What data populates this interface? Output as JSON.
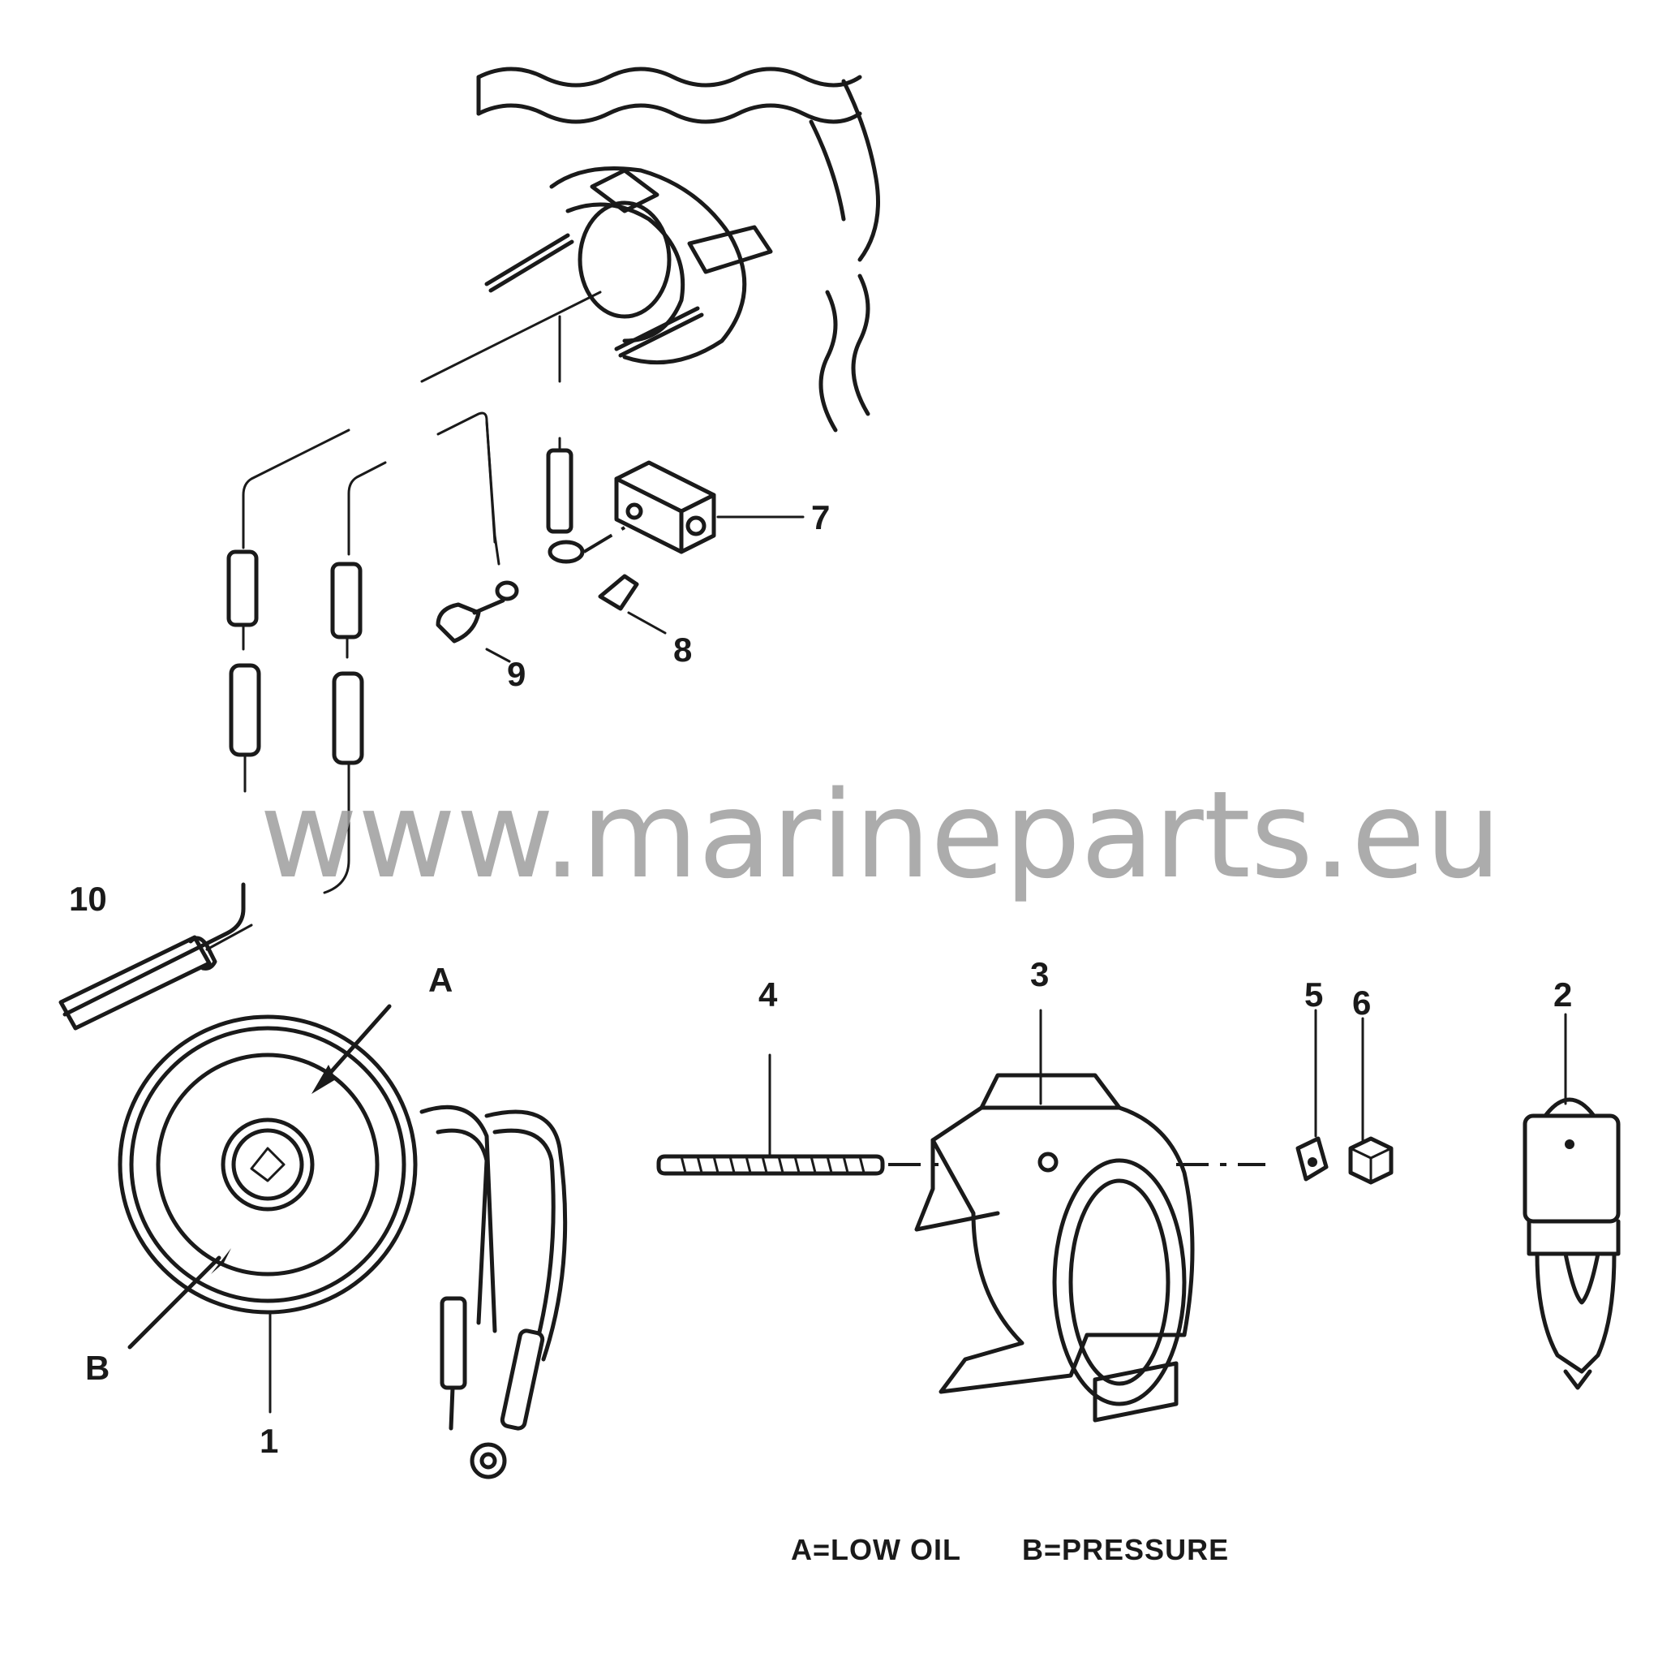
{
  "watermark": "www.marineparts.eu",
  "legend": {
    "a": "A=LOW OIL",
    "b": "B=PRESSURE"
  },
  "callouts": {
    "p1": "1",
    "p2": "2",
    "p3": "3",
    "p4": "4",
    "p5": "5",
    "p6": "6",
    "p7": "7",
    "p8": "8",
    "p9": "9",
    "p10": "10",
    "a": "A",
    "b": "B"
  }
}
